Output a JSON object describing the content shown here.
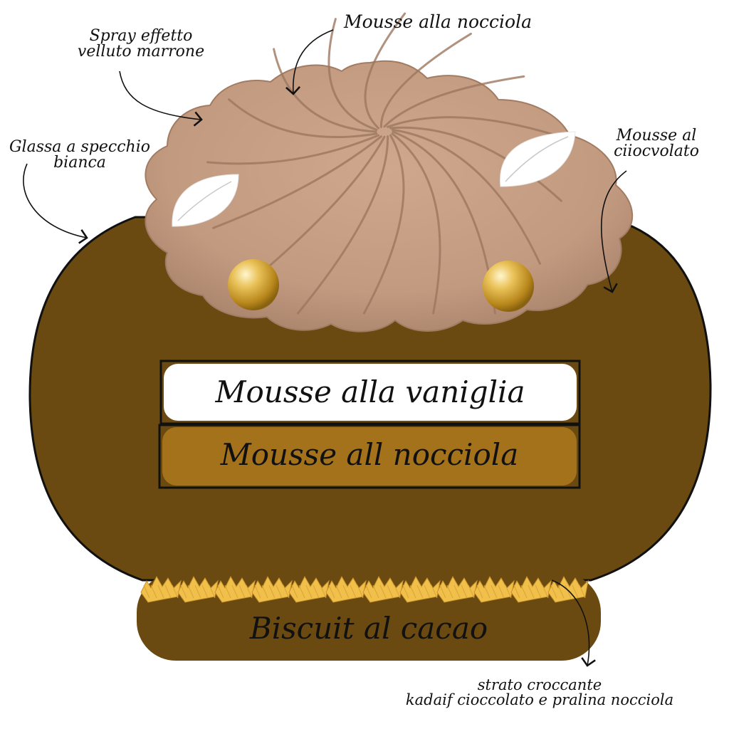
{
  "labels": {
    "spray": [
      "Spray effetto",
      "velluto marrone"
    ],
    "top_mousse": "Mousse alla nocciola",
    "glaze": [
      "Glassa a specchio",
      "bianca"
    ],
    "choc_mousse": [
      "Mousse al",
      "ciiocvolato"
    ],
    "crunchy": [
      "strato croccante",
      "kadaif cioccolato e pralina nocciola"
    ]
  },
  "layers": {
    "vanilla": "Mousse alla vaniglia",
    "hazelnut": "Mousse all nocciola",
    "biscuit": "Biscuit al cacao"
  },
  "colors": {
    "dark_brown": "#6a4a10",
    "outline": "#111111",
    "hazelnut_band": "#a5721c",
    "vanilla_band": "#ffffff",
    "velvet": "#c39a80",
    "velvet_shadow": "#a27b63",
    "kadaif": "#f1c04b",
    "pearl": "#d8aa2c"
  }
}
